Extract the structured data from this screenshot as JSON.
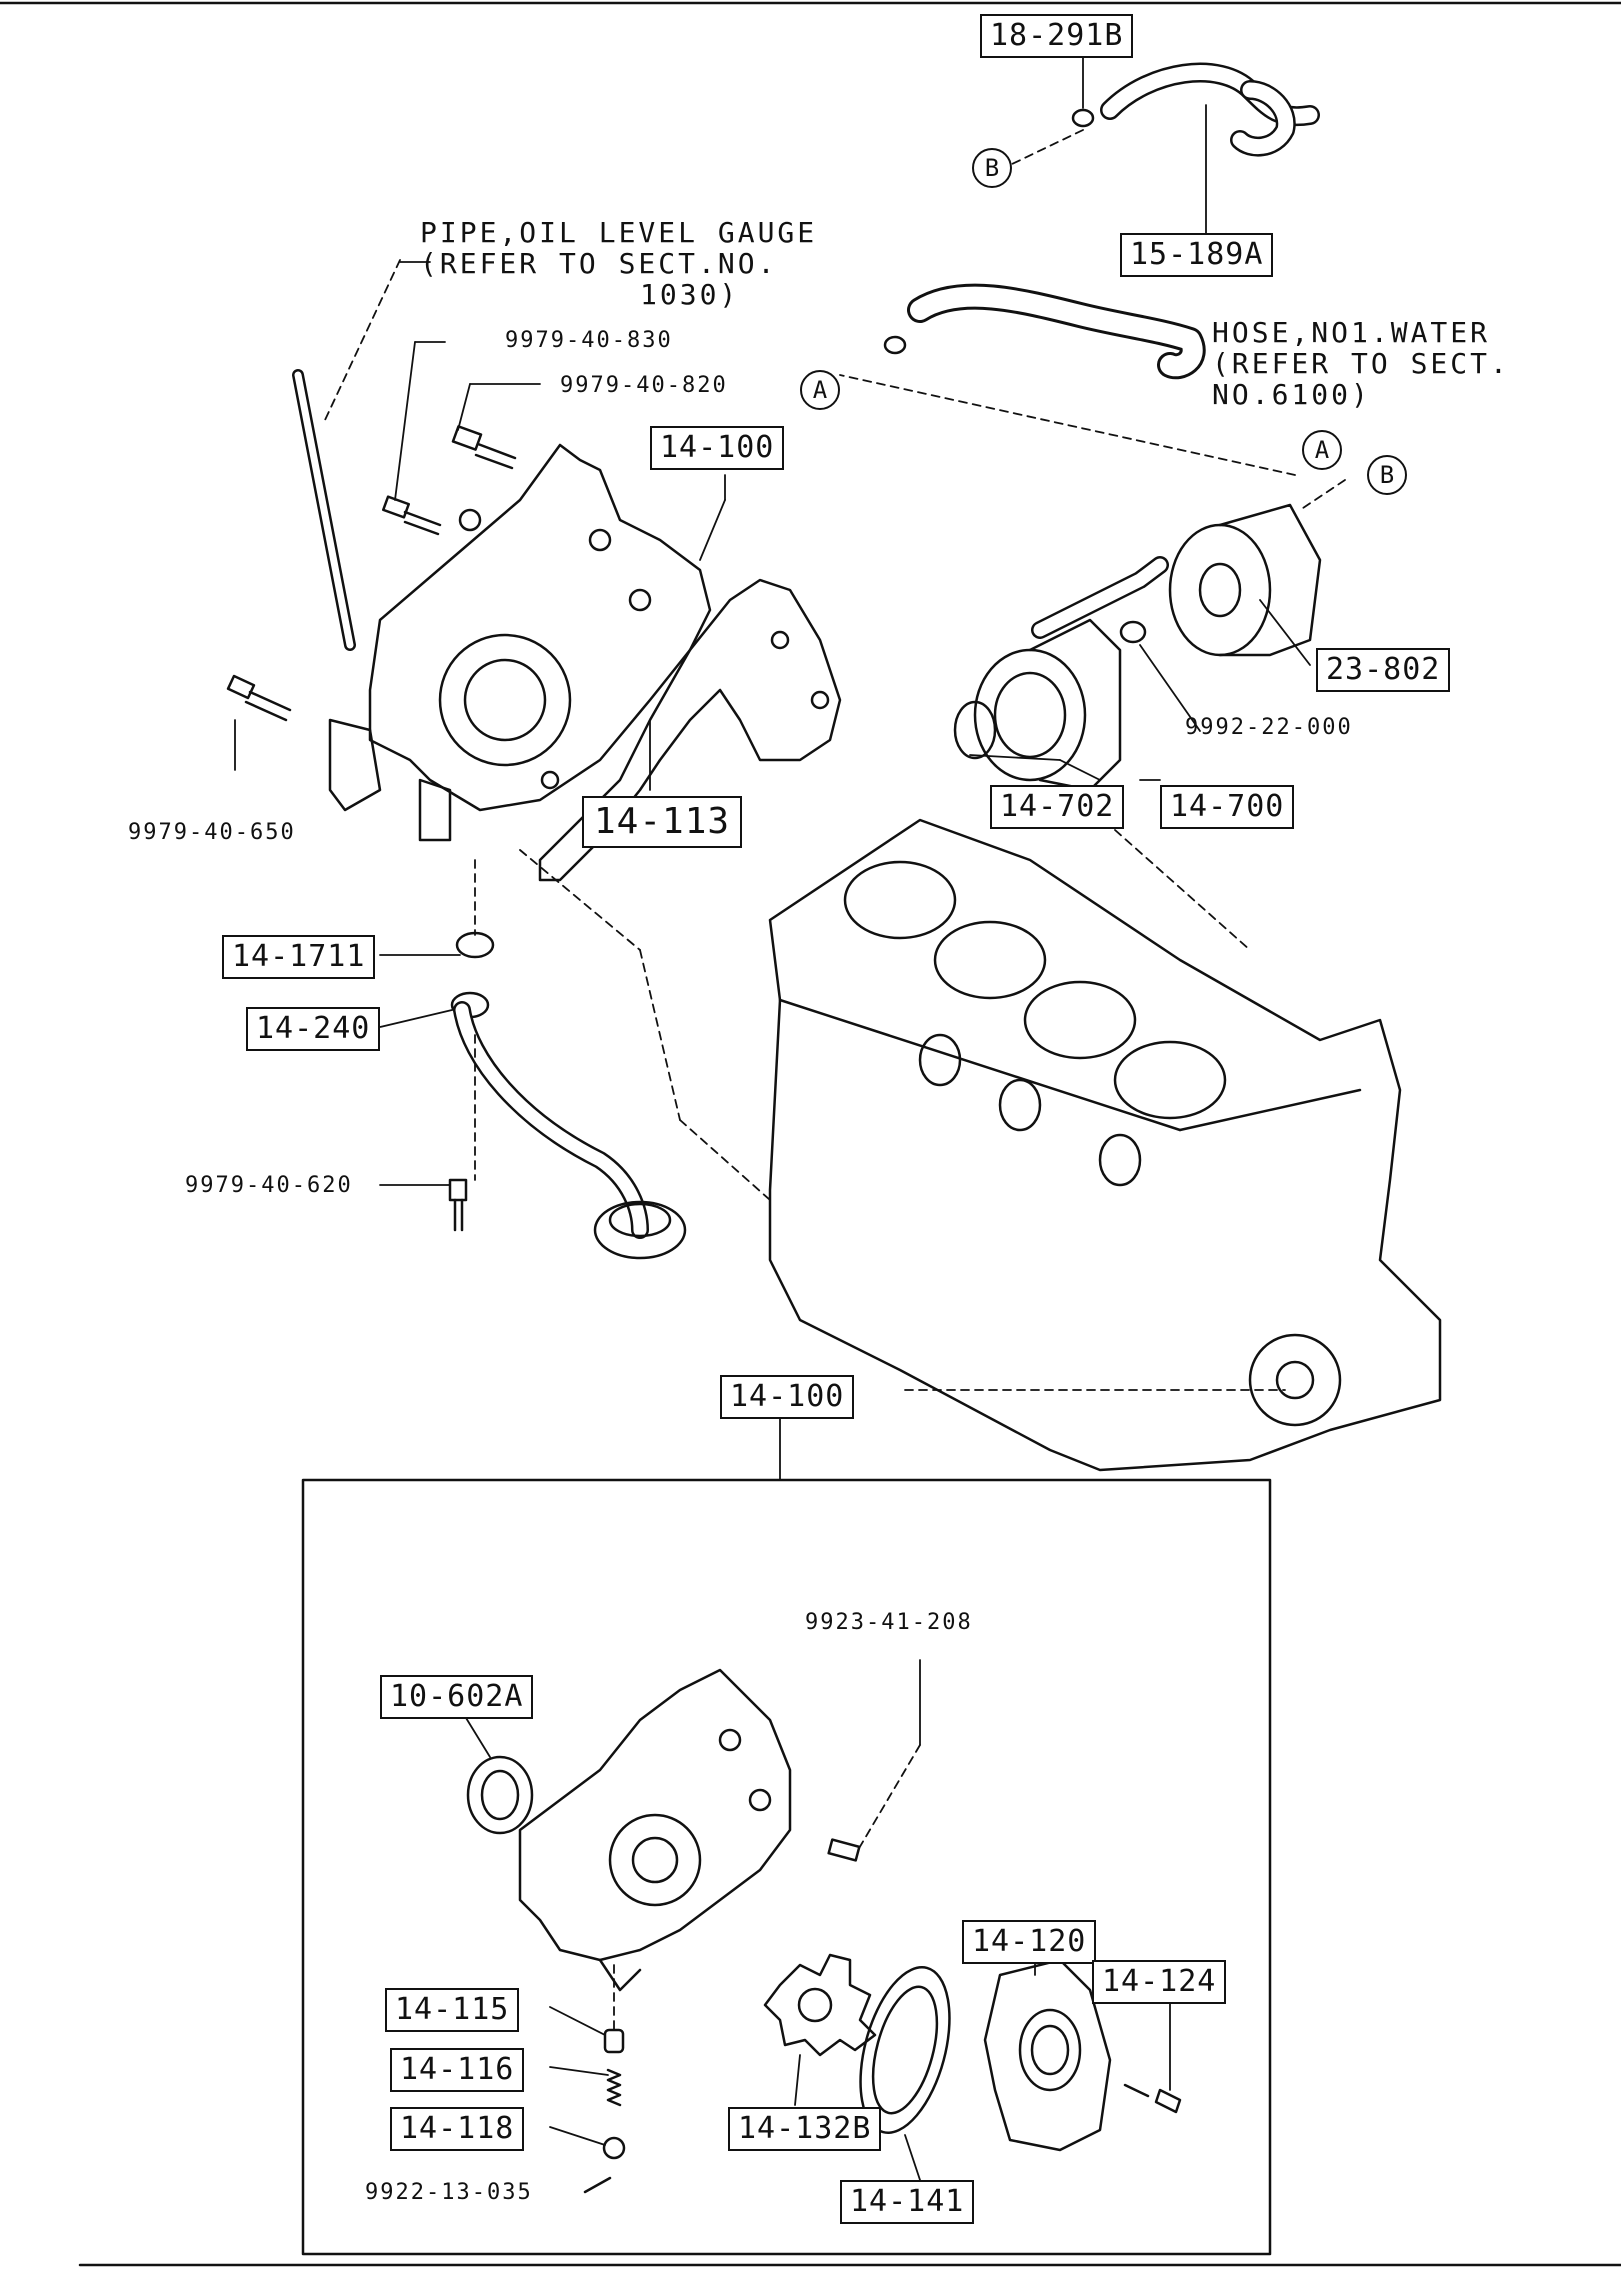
{
  "callouts": {
    "hose_clip": "18-291B",
    "hose_breather": "15-189A",
    "oil_pump_assy": "14-100",
    "gasket": "14-113",
    "oil_filter": "23-802",
    "oil_cooler": "14-700",
    "o_ring": "14-702",
    "strainer_gasket": "14-1711",
    "oil_strainer": "14-240",
    "detail_title": "14-100",
    "oil_seal": "10-602A",
    "pump_body": "14-120",
    "screw": "14-124",
    "plunger": "14-115",
    "spring": "14-116",
    "plug": "14-118",
    "outer_rotor": "14-132B",
    "inner_rotor": "14-141"
  },
  "part_numbers": {
    "bolt_830": "9979-40-830",
    "bolt_820": "9979-40-820",
    "bolt_650": "9979-40-650",
    "bolt_620": "9979-40-620",
    "nut_000": "9992-22-000",
    "pin_208": "9923-41-208",
    "pin_035": "9922-13-035"
  },
  "notes": {
    "pipe_line1": "PIPE,OIL LEVEL GAUGE",
    "pipe_line2": "(REFER TO SECT.NO.",
    "pipe_line3": "1030)",
    "hose_line1": "HOSE,NO1.WATER",
    "hose_line2": "(REFER TO SECT.",
    "hose_line3": "NO.6100)"
  },
  "markers": {
    "a": "A",
    "b": "B"
  }
}
